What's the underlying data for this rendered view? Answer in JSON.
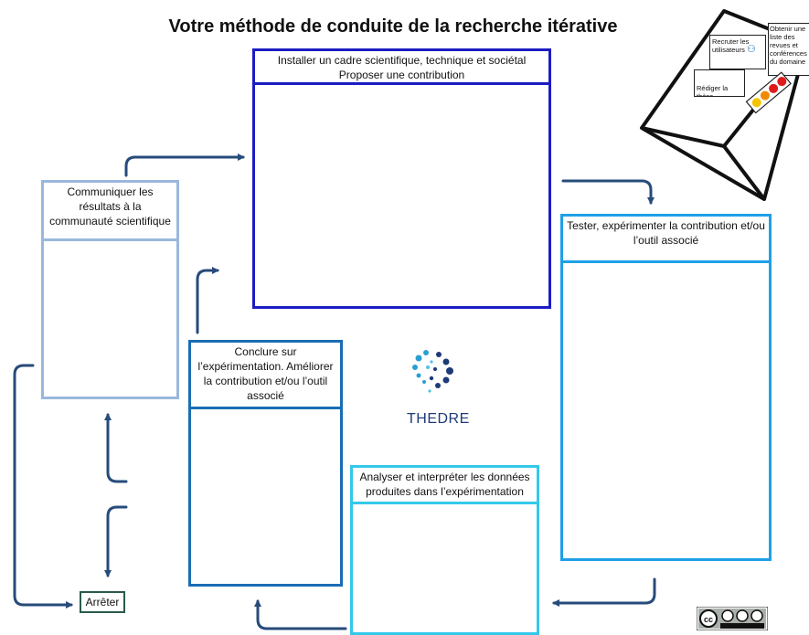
{
  "title": "Votre méthode de conduite de la recherche itérative",
  "stages": {
    "install": {
      "line1": "Installer un cadre scientifique, technique et sociétal",
      "line2": "Proposer une contribution"
    },
    "test": {
      "text": "Tester, expérimenter la contribution et/ou l’outil associé"
    },
    "analyse": {
      "text": "Analyser et interpréter les données produites dans l’expérimentation"
    },
    "conclude": {
      "text": "Conclure sur l’expérimentation. Améliorer la contribution et/ou l’outil associé"
    },
    "communicate": {
      "text": "Communiquer les résultats à la communauté scientifique"
    }
  },
  "stop": {
    "label": "Arrêter"
  },
  "logo": {
    "text": "THEDRE"
  },
  "envelope_notes": {
    "recruit": "Recruter les utilisateurs",
    "journals": "Obtenir une liste des revues et conférences du domaine",
    "thesis": "Rédiger la thèse"
  },
  "license": {
    "text": "cc BY NC SA"
  },
  "colors": {
    "install": "#1c1cc4",
    "test": "#1ea0e6",
    "analyse": "#33c8ea",
    "conclude": "#1a6db5",
    "communicate": "#9ab8dc",
    "arrow": "#274b7a"
  }
}
